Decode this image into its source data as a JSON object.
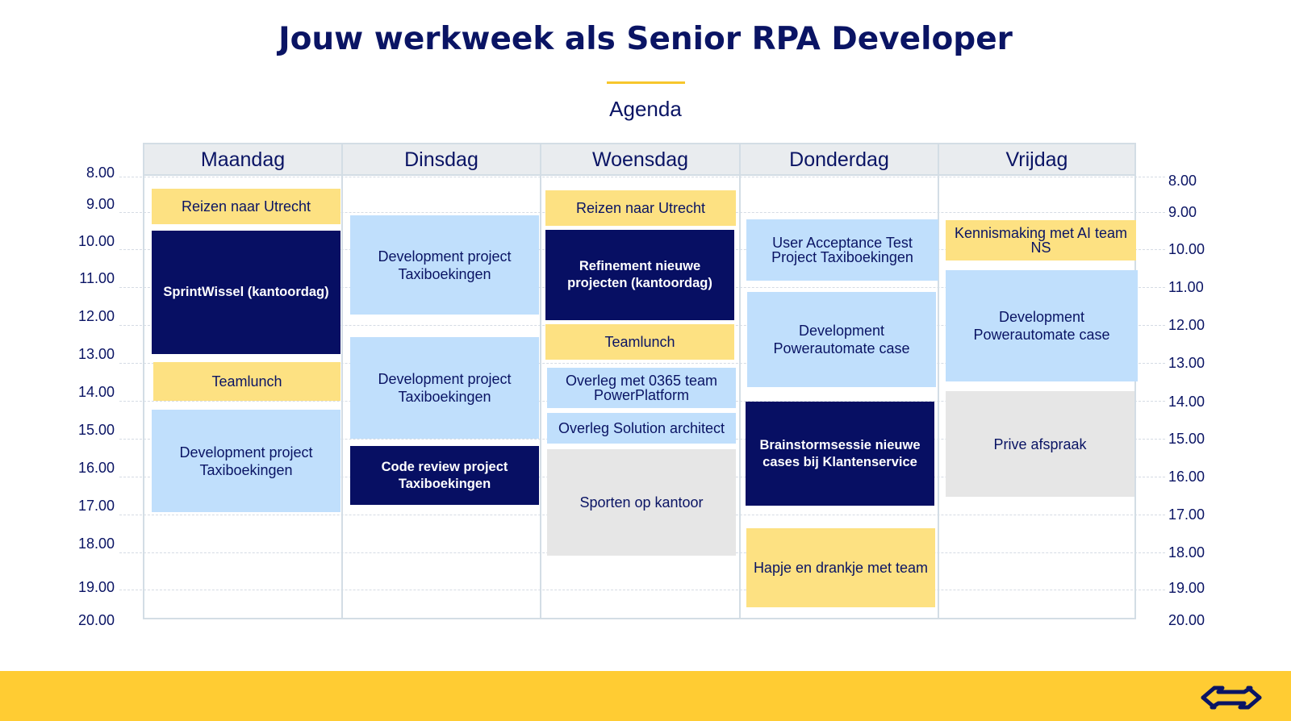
{
  "page": {
    "title": "Jouw werkweek als Senior RPA Developer",
    "subtitle": "Agenda"
  },
  "times_left": [
    "8.00",
    "9.00",
    "10.00",
    "11.00",
    "12.00",
    "13.00",
    "14.00",
    "15.00",
    "16.00",
    "17.00",
    "18.00",
    "19.00",
    "20.00"
  ],
  "times_right": [
    "8.00",
    "9.00",
    "10.00",
    "11.00",
    "12.00",
    "13.00",
    "14.00",
    "15.00",
    "16.00",
    "17.00",
    "18.00",
    "19.00",
    "20.00"
  ],
  "days": [
    "Maandag",
    "Dinsdag",
    "Woensdag",
    "Donderdag",
    "Vrijdag"
  ],
  "events": {
    "ma": [
      "Reizen naar Utrecht",
      "SprintWissel (kantoordag)",
      "Teamlunch",
      "Development project Taxiboekingen"
    ],
    "di": [
      "Development project Taxiboekingen",
      "Development project Taxiboekingen",
      "Code review project Taxiboekingen"
    ],
    "wo": [
      "Reizen naar Utrecht",
      "Refinement nieuwe projecten (kantoordag)",
      "Teamlunch",
      "Overleg met 0365 team PowerPlatform",
      "Overleg Solution architect",
      "Sporten op kantoor"
    ],
    "do": [
      "User Acceptance Test Project Taxiboekingen",
      "Development Powerautomate case",
      "Brainstormsessie nieuwe cases bij Klantenservice",
      "Hapje en drankje met team"
    ],
    "vr": [
      "Kennismaking met AI team NS",
      "Development Powerautomate case",
      "Prive afspraak"
    ]
  },
  "colors": {
    "navy": "#070f63",
    "yellow_event": "#fde182",
    "light_blue_event": "#c0dffc",
    "grey_event": "#e6e6e6",
    "footer": "#ffcc33"
  },
  "icons": [
    "ns-logo-icon"
  ]
}
